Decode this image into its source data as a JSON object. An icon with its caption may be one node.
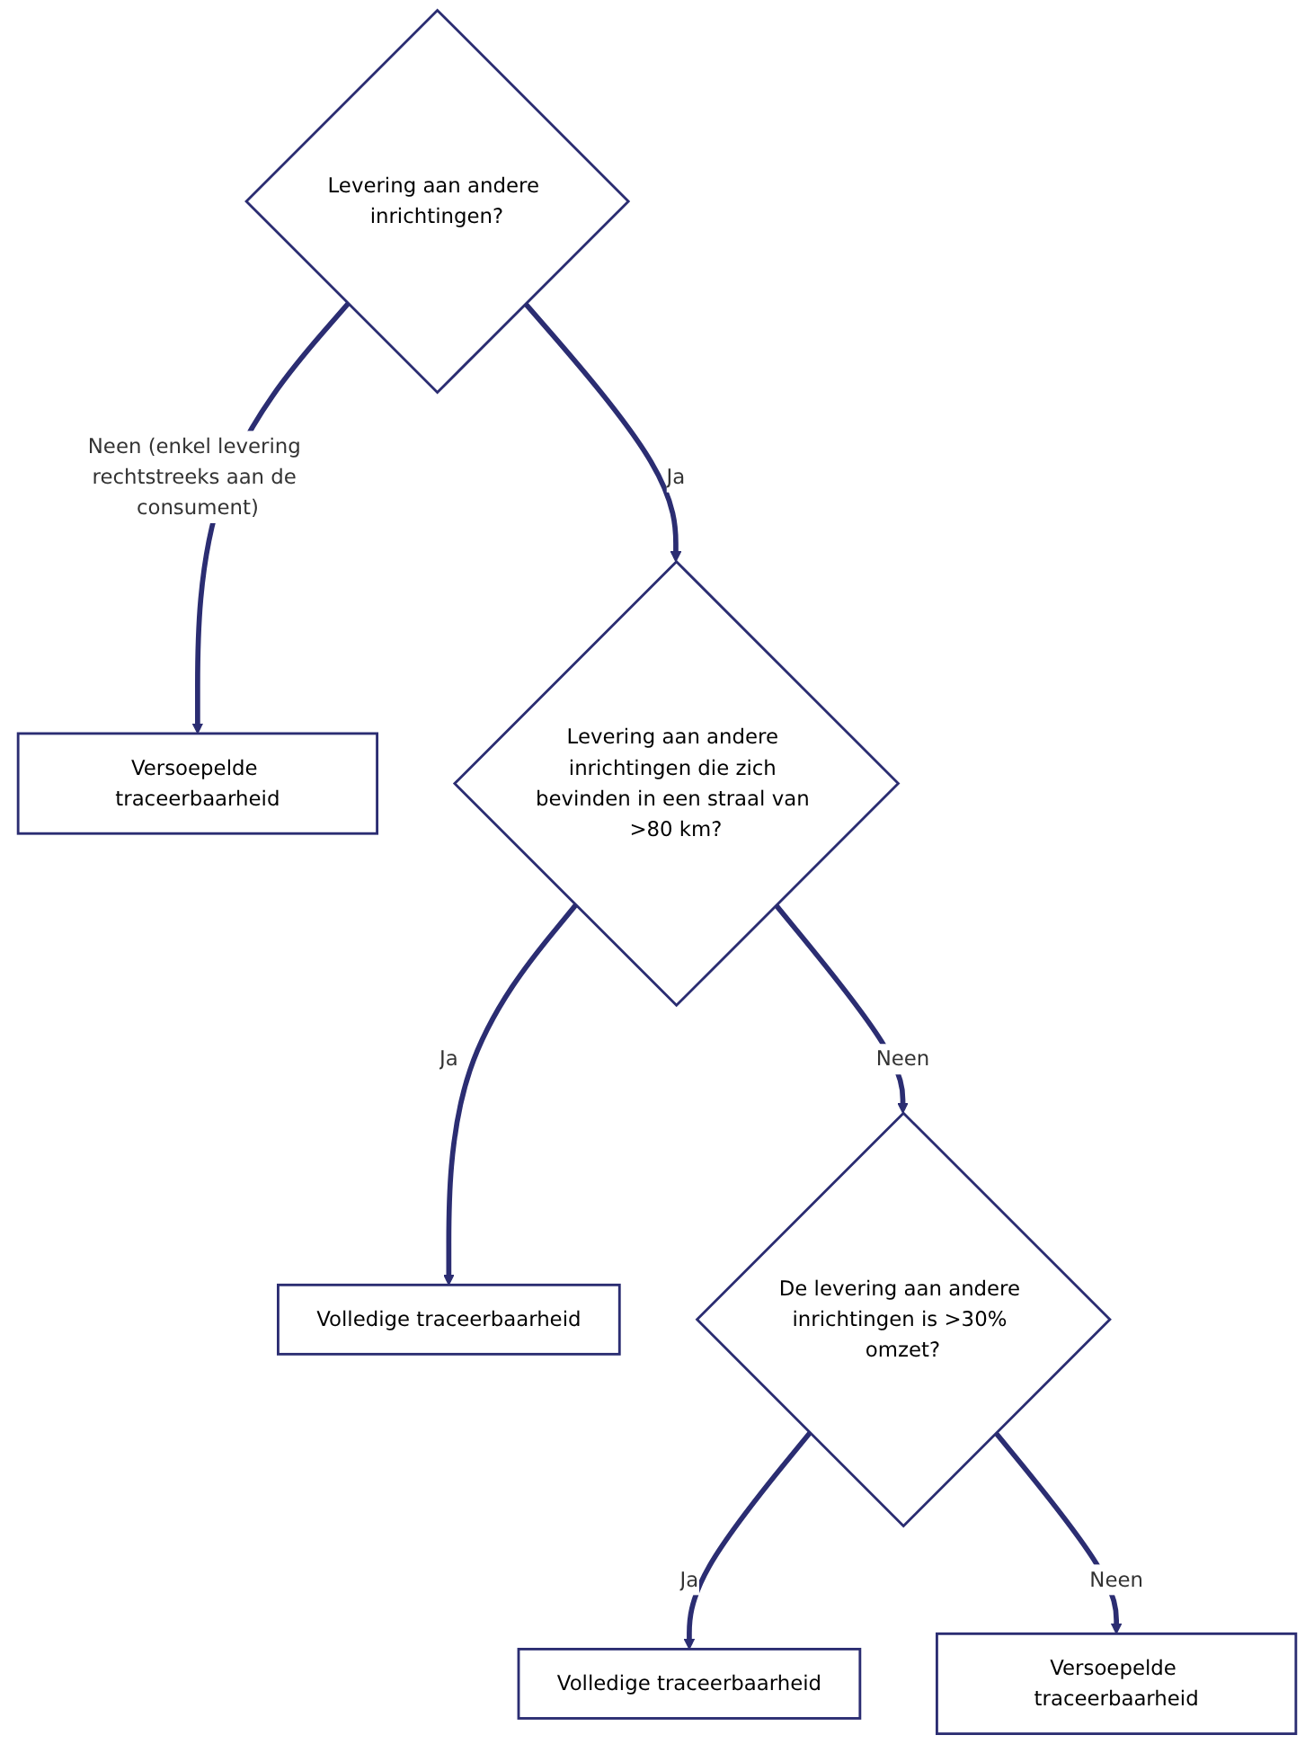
{
  "diagram": {
    "nodes": [
      {
        "text": [
          "Levering aan andere inrichtingen?"
        ]
      },
      {
        "text": [
          "Versoepelde traceerbaarheid"
        ]
      },
      {
        "text": [
          "Levering aan andere inrichtingen die zich bevinden in een straal van >80 km?"
        ]
      },
      {
        "text": [
          "Volledige traceerbaarheid"
        ]
      },
      {
        "text": [
          "De levering aan andere inrichtingen is >30% omzet?"
        ]
      },
      {
        "text": [
          "Volledige traceerbaarheid"
        ]
      },
      {
        "text": [
          "Versoepelde traceerbaarheid"
        ]
      }
    ],
    "edges": [
      {
        "from": 0,
        "to": 1,
        "arrow": "to",
        "label": "Neen (enkel levering rechtstreeks aan de consument)"
      },
      {
        "from": 0,
        "to": 2,
        "arrow": "to",
        "label": "Ja"
      },
      {
        "from": 2,
        "to": 3,
        "arrow": "to",
        "label": "Ja"
      },
      {
        "from": 2,
        "to": 4,
        "arrow": "to",
        "label": "Neen"
      },
      {
        "from": 4,
        "to": 5,
        "arrow": "to",
        "label": "Ja"
      },
      {
        "from": 4,
        "to": 6,
        "arrow": "to",
        "label": "Neen"
      }
    ]
  }
}
